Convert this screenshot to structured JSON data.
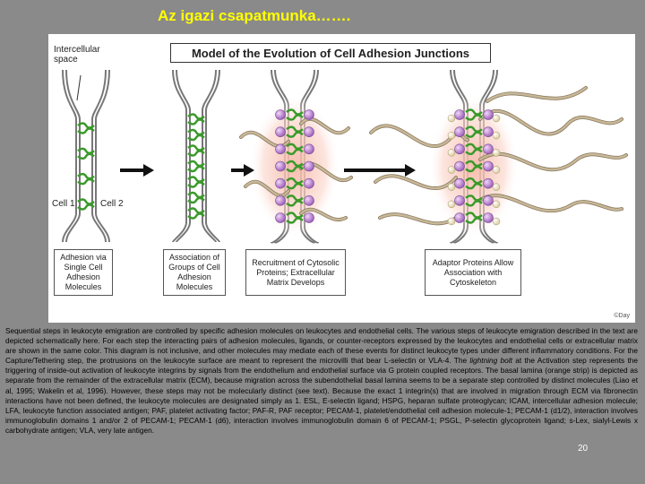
{
  "slide": {
    "title": "Az igazi csapatmunka……."
  },
  "figure": {
    "title": "Model of the Evolution of Cell Adhesion Junctions",
    "labels": {
      "intercellular_space": "Intercellular space",
      "cell1": "Cell 1",
      "cell2": "Cell 2"
    },
    "stage_captions": [
      "Adhesion via Single Cell Adhesion Molecules",
      "Association of Groups of Cell Adhesion Molecules",
      "Recruitment of Cytosolic Proteins; Extracellular Matrix Develops",
      "Adaptor Proteins Allow Association with Cytoskeleton"
    ],
    "credit": "©Day",
    "colors": {
      "membrane": "#777777",
      "adhesion_molecule": "#3a9a2a",
      "cytosolic_protein": "#c89ad8",
      "matrix_glow": "#f4b0a0",
      "adaptor": "#f0e8c8"
    }
  },
  "caption": {
    "part1": "Sequential steps in leukocyte emigration are controlled by specific adhesion molecules on leukocytes and endothelial cells. The various steps of leukocyte emigration described in the text are depicted schematically here. For each step the interacting pairs of adhesion molecules, ligands, or counter-receptors expressed by the leukocytes and endothelial cells or extracellular matrix are shown in the same color. This diagram is not inclusive, and other molecules may mediate each of these events for distinct leukocyte types under different inflammatory conditions. For the Capture/Tethering step, the protrusions on the leukocyte surface are meant to represent the microvilli that bear L-selectin or VLA-4. The ",
    "italic": "lightning bolt",
    "part2": " at the Activation step represents the triggering of inside-out activation of leukocyte integrins by signals from the endothelium and endothelial surface via G protein coupled receptors. The basal lamina (orange strip) is depicted as separate from the remainder of the extracellular matrix (ECM), because migration across the subendothelial basal lamina seems to be a separate step controlled by distinct molecules (Liao et al, 1995; Wakelin et al, 1996). However, these steps may not be molecularly distinct (see text). Because the exact  1 integrin(s) that are involved in migration through ECM via fibronectin interactions have not been defined, the leukocyte molecules are designated simply as  1. ESL, E-selectin ligand; HSPG, heparan sulfate proteoglycan; ICAM, intercellular adhesion molecule; LFA, leukocyte function associated antigen; PAF, platelet activating factor; PAF-R, PAF receptor; PECAM-1, platelet/endothelial cell adhesion molecule-1; PECAM-1 (d1/2), interaction involves immunoglobulin domains 1 and/or 2 of PECAM-1; PECAM-1 (d6), interaction involves immunoglobulin domain 6 of PECAM-1; PSGL, P-selectin glycoprotein ligand; s-Lex, sialyl-Lewis x carbohydrate antigen; VLA, very late antigen."
  },
  "page_number": "20"
}
